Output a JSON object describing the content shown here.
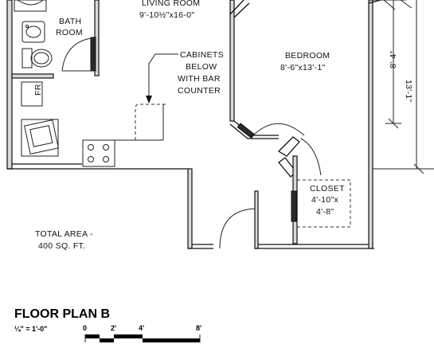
{
  "rooms": {
    "living_room": {
      "name": "LIVING ROOM",
      "size": "9'-10½\"x16-0\""
    },
    "bath_room": {
      "line1": "BATH",
      "line2": "ROOM"
    },
    "bedroom": {
      "name": "BEDROOM",
      "size": "8'-6\"x13'-1\""
    },
    "closet": {
      "name": "CLOSET",
      "size_line1": "4'-10\"x",
      "size_line2": "4'-8\""
    },
    "fridge": "FR"
  },
  "notes": {
    "cabinets": [
      "CABINETS",
      "BELOW",
      "WITH BAR",
      "COUNTER"
    ],
    "total_area": [
      "TOTAL AREA -",
      "400 SQ. FT."
    ]
  },
  "dimensions": {
    "bedroom_inner": "8'-4\"",
    "bedroom_outer": "13'-1\""
  },
  "title": "FLOOR PLAN B",
  "scale": {
    "ratio": "¼\" = 1'-0\"",
    "ticks": [
      "0",
      "2'",
      "4'",
      "8'"
    ]
  }
}
